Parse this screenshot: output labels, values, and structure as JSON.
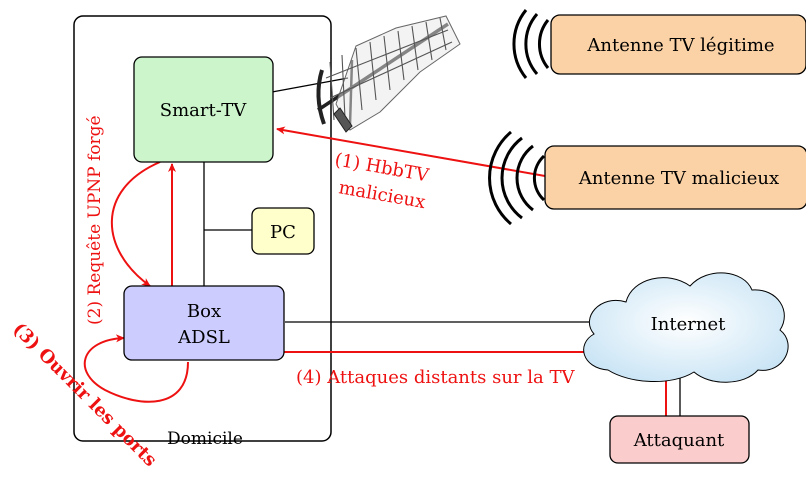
{
  "domicile": {
    "label": "Domicile"
  },
  "nodes": {
    "smart_tv": {
      "label": "Smart-TV",
      "fill": "#ccf5cc"
    },
    "pc": {
      "label": "PC",
      "fill": "#ffffcc"
    },
    "box_adsl": {
      "line1": "Box",
      "line2": "ADSL",
      "fill": "#ccccff"
    },
    "antenne_legitime": {
      "label": "Antenne TV légitime",
      "fill": "#fad2a6"
    },
    "antenne_malicieux": {
      "label": "Antenne TV malicieux",
      "fill": "#fad2a6"
    },
    "internet": {
      "label": "Internet",
      "fill": "#dceef8"
    },
    "attaquant": {
      "label": "Attaquant",
      "fill": "#fbcccc"
    }
  },
  "steps": {
    "step1_line1": "(1) HbbTV",
    "step1_line2": "malicieux",
    "step2": "(2) Requête UPNP forgé",
    "step3": "(3) Ouvrir les ports",
    "step4": "(4) Attaques distants sur la TV"
  },
  "colors": {
    "attack": "#ee1111",
    "line": "#000000"
  }
}
